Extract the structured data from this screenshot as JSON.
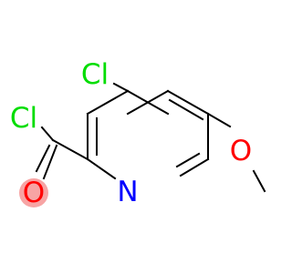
{
  "molecule": {
    "atoms": {
      "cl_ring": {
        "text": "Cl",
        "color": "#00dd00"
      },
      "cl_acyl": {
        "text": "Cl",
        "color": "#00dd00"
      },
      "o_carbonyl": {
        "text": "O",
        "color": "#ff0000"
      },
      "n_ring": {
        "text": "N",
        "color": "#0000ff"
      },
      "o_methoxy": {
        "text": "O",
        "color": "#ff0000"
      }
    },
    "highlight": {
      "color": "#f7a4a4"
    },
    "bond_color": "#000000"
  }
}
